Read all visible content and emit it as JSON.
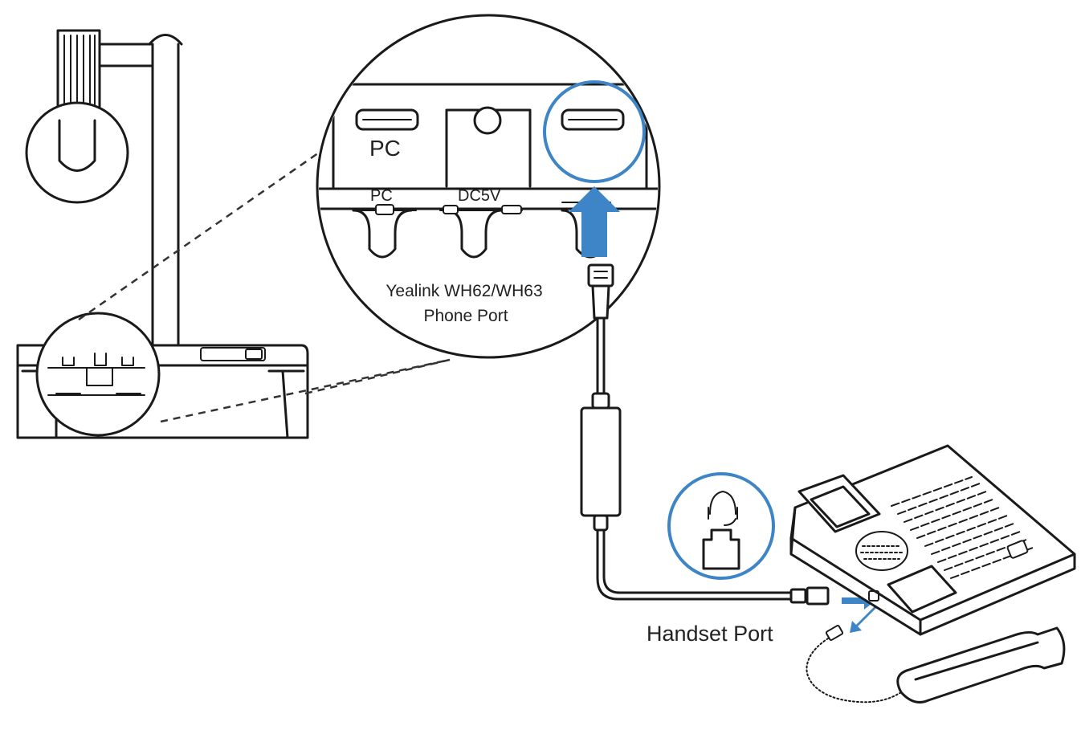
{
  "labels": {
    "pc_port_large": "PC",
    "pc_port_small": "PC",
    "dc_port": "DC5V",
    "phone_port_line1": "Yealink WH62/WH63",
    "phone_port_line2": "Phone Port",
    "handset_port": "Handset Port"
  },
  "colors": {
    "accent": "#3d85c6",
    "line": "#1a1a1a"
  },
  "icons": {
    "headset_symbol": "headset-icon",
    "handset_jack_symbol": "handset-jack-icon"
  }
}
